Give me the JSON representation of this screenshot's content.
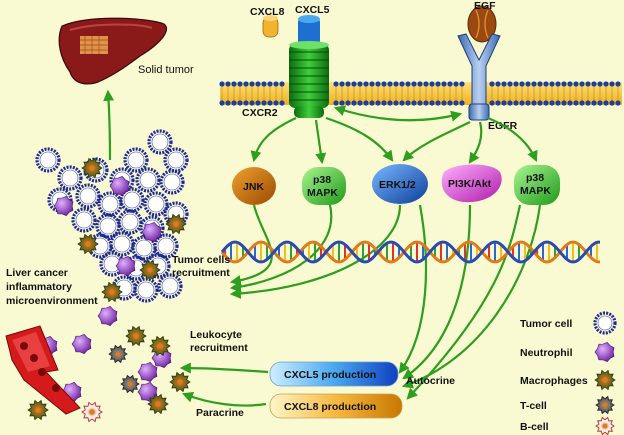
{
  "labels": {
    "cxcl8_top": "CXCL8",
    "cxcl5_top": "CXCL5",
    "egf": "EGF",
    "cxcr2": "CXCR2",
    "egfr": "EGFR",
    "solid_tumor": "Solid tumor",
    "jnk": "JNK",
    "p38_mapk_1": "p38 MAPK",
    "erk": "ERK1/2",
    "pi3k": "PI3K/Akt",
    "p38_mapk_2": "p38 MAPK",
    "tumor_recruit_1": "Tumor cells",
    "tumor_recruit_2": "recruitment",
    "liver_env_1": "Liver cancer",
    "liver_env_2": "inflammatory",
    "liver_env_3": "microenvironment",
    "leuko_1": "Leukocyte",
    "leuko_2": "recruitment",
    "paracrine": "Paracrine",
    "autocrine": "Autocrine",
    "cxcl5_prod": "CXCL5 production",
    "cxcl8_prod": "CXCL8 production"
  },
  "legend": [
    {
      "label": "Tumor cell",
      "icon": "tumor-cell-icon"
    },
    {
      "label": "Neutrophil",
      "icon": "neutrophil-icon"
    },
    {
      "label": "Macrophages",
      "icon": "macrophage-icon"
    },
    {
      "label": "T-cell",
      "icon": "t-cell-icon"
    },
    {
      "label": "B-cell",
      "icon": "b-cell-icon"
    }
  ],
  "colors": {
    "background": "#fafad2",
    "arrow": "#2e9e1e",
    "membrane": "#1a3fa0",
    "jnk": "#c26a0a",
    "p38": "#3ec03a",
    "erk": "#1f6fd0",
    "pi3k": "#e04ad8",
    "neutrophil": "#9b3fc4",
    "macrophage": "#5a7a1a",
    "tumor_cell": "#1e2a9a"
  }
}
